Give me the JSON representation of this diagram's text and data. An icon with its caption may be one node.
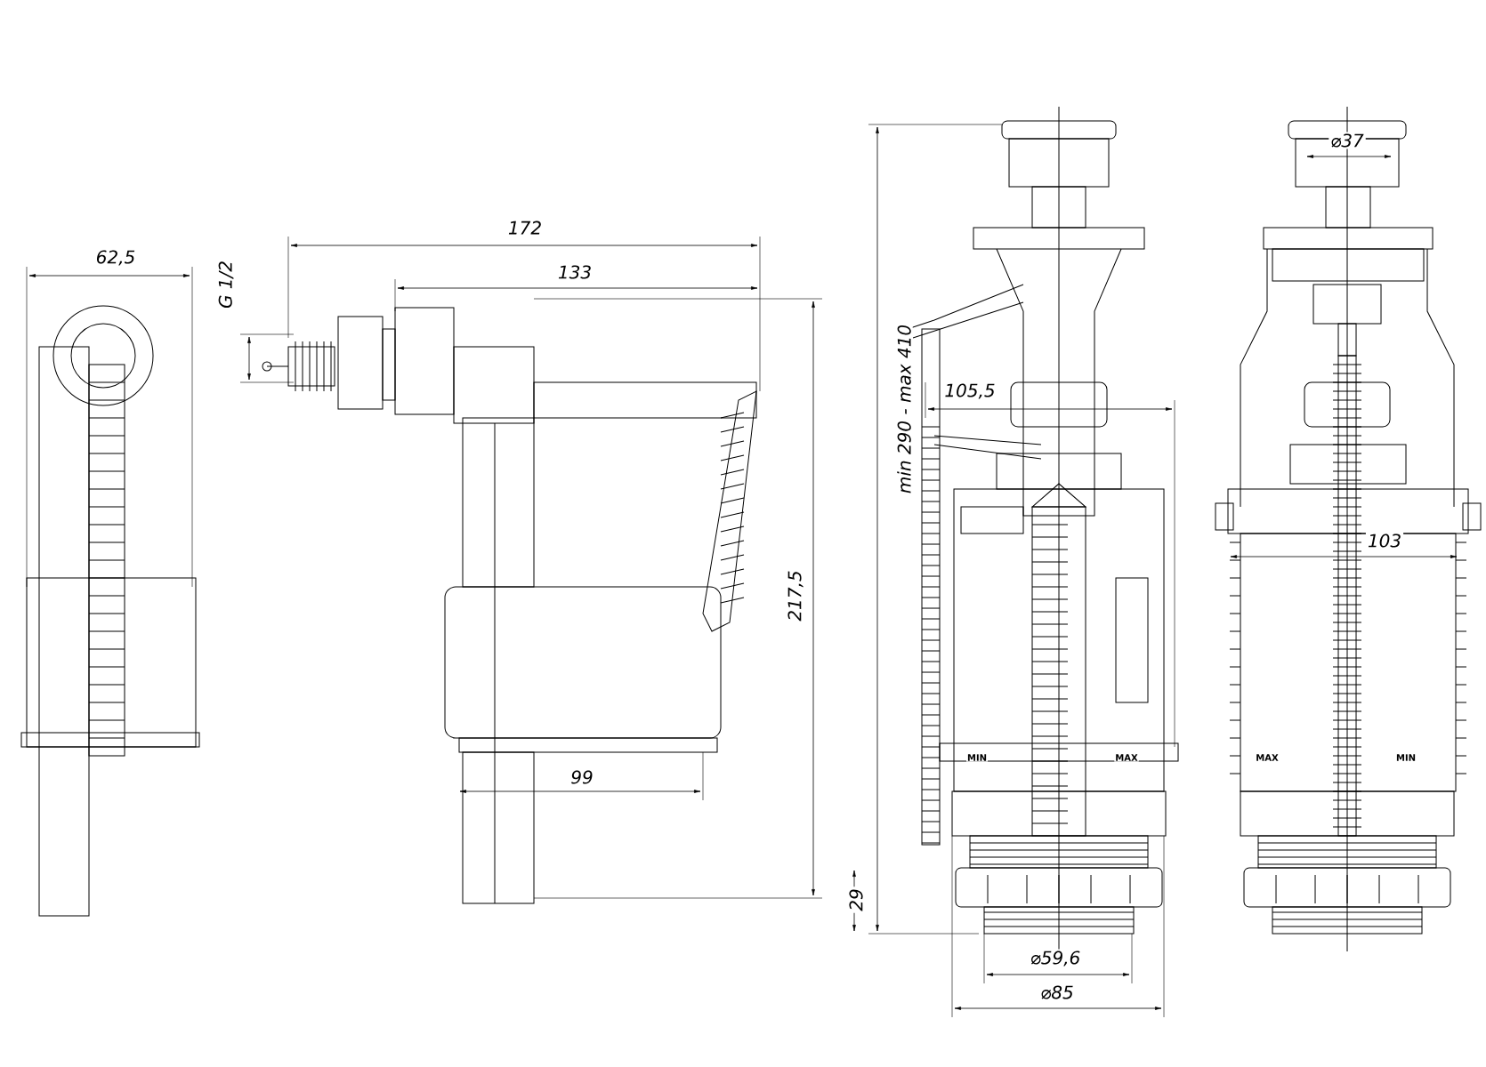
{
  "diagram": {
    "labels": [
      "172",
      "62,5",
      "G 1/2",
      "133",
      "min 290 - max 410",
      "⌀37",
      "105,5",
      "103",
      "217,5",
      "MIN",
      "MAX",
      "MAX",
      "MIN",
      "99",
      "29",
      "⌀59,6",
      "⌀85"
    ]
  }
}
